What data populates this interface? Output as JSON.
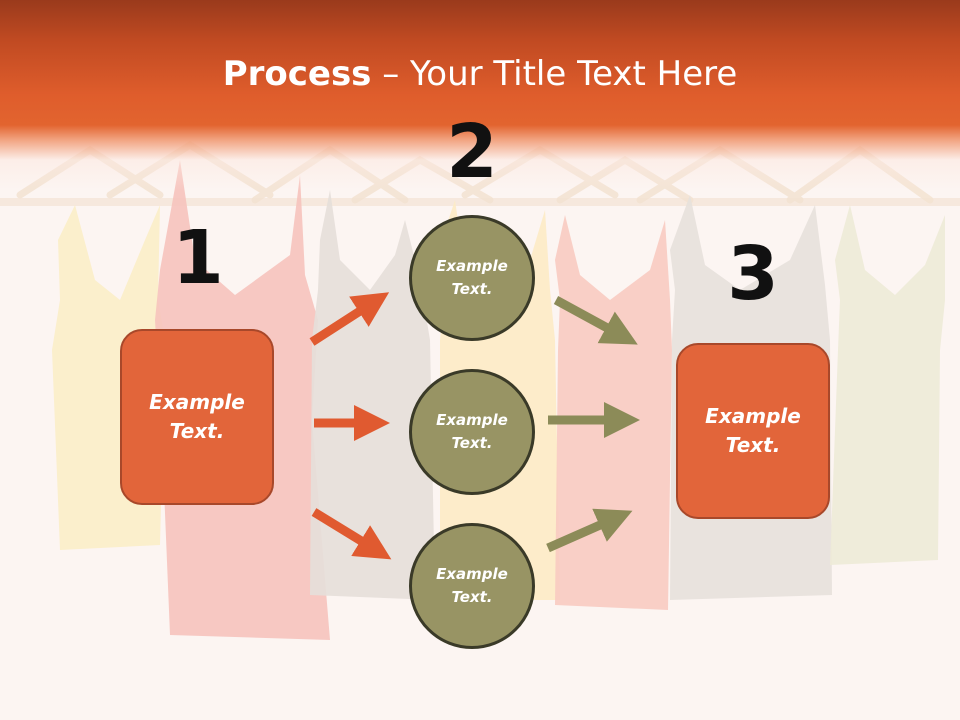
{
  "slide": {
    "title_bold": "Process",
    "title_rest": " – Your Title Text Here"
  },
  "steps": {
    "step1": {
      "number": "1",
      "box_text": "Example\nText."
    },
    "step2": {
      "number": "2",
      "circles": [
        {
          "text": "Example\nText."
        },
        {
          "text": "Example\nText."
        },
        {
          "text": "Example\nText."
        }
      ]
    },
    "step3": {
      "number": "3",
      "box_text": "Example\nText."
    }
  },
  "colors": {
    "header_orange": "#df5d2c",
    "box_orange": "#e2653a",
    "circle_olive": "#989464",
    "arrow_orange": "#e05a30",
    "arrow_olive": "#8c8b58",
    "number_black": "#111111"
  },
  "background_image": "clothes-hangers-photo"
}
